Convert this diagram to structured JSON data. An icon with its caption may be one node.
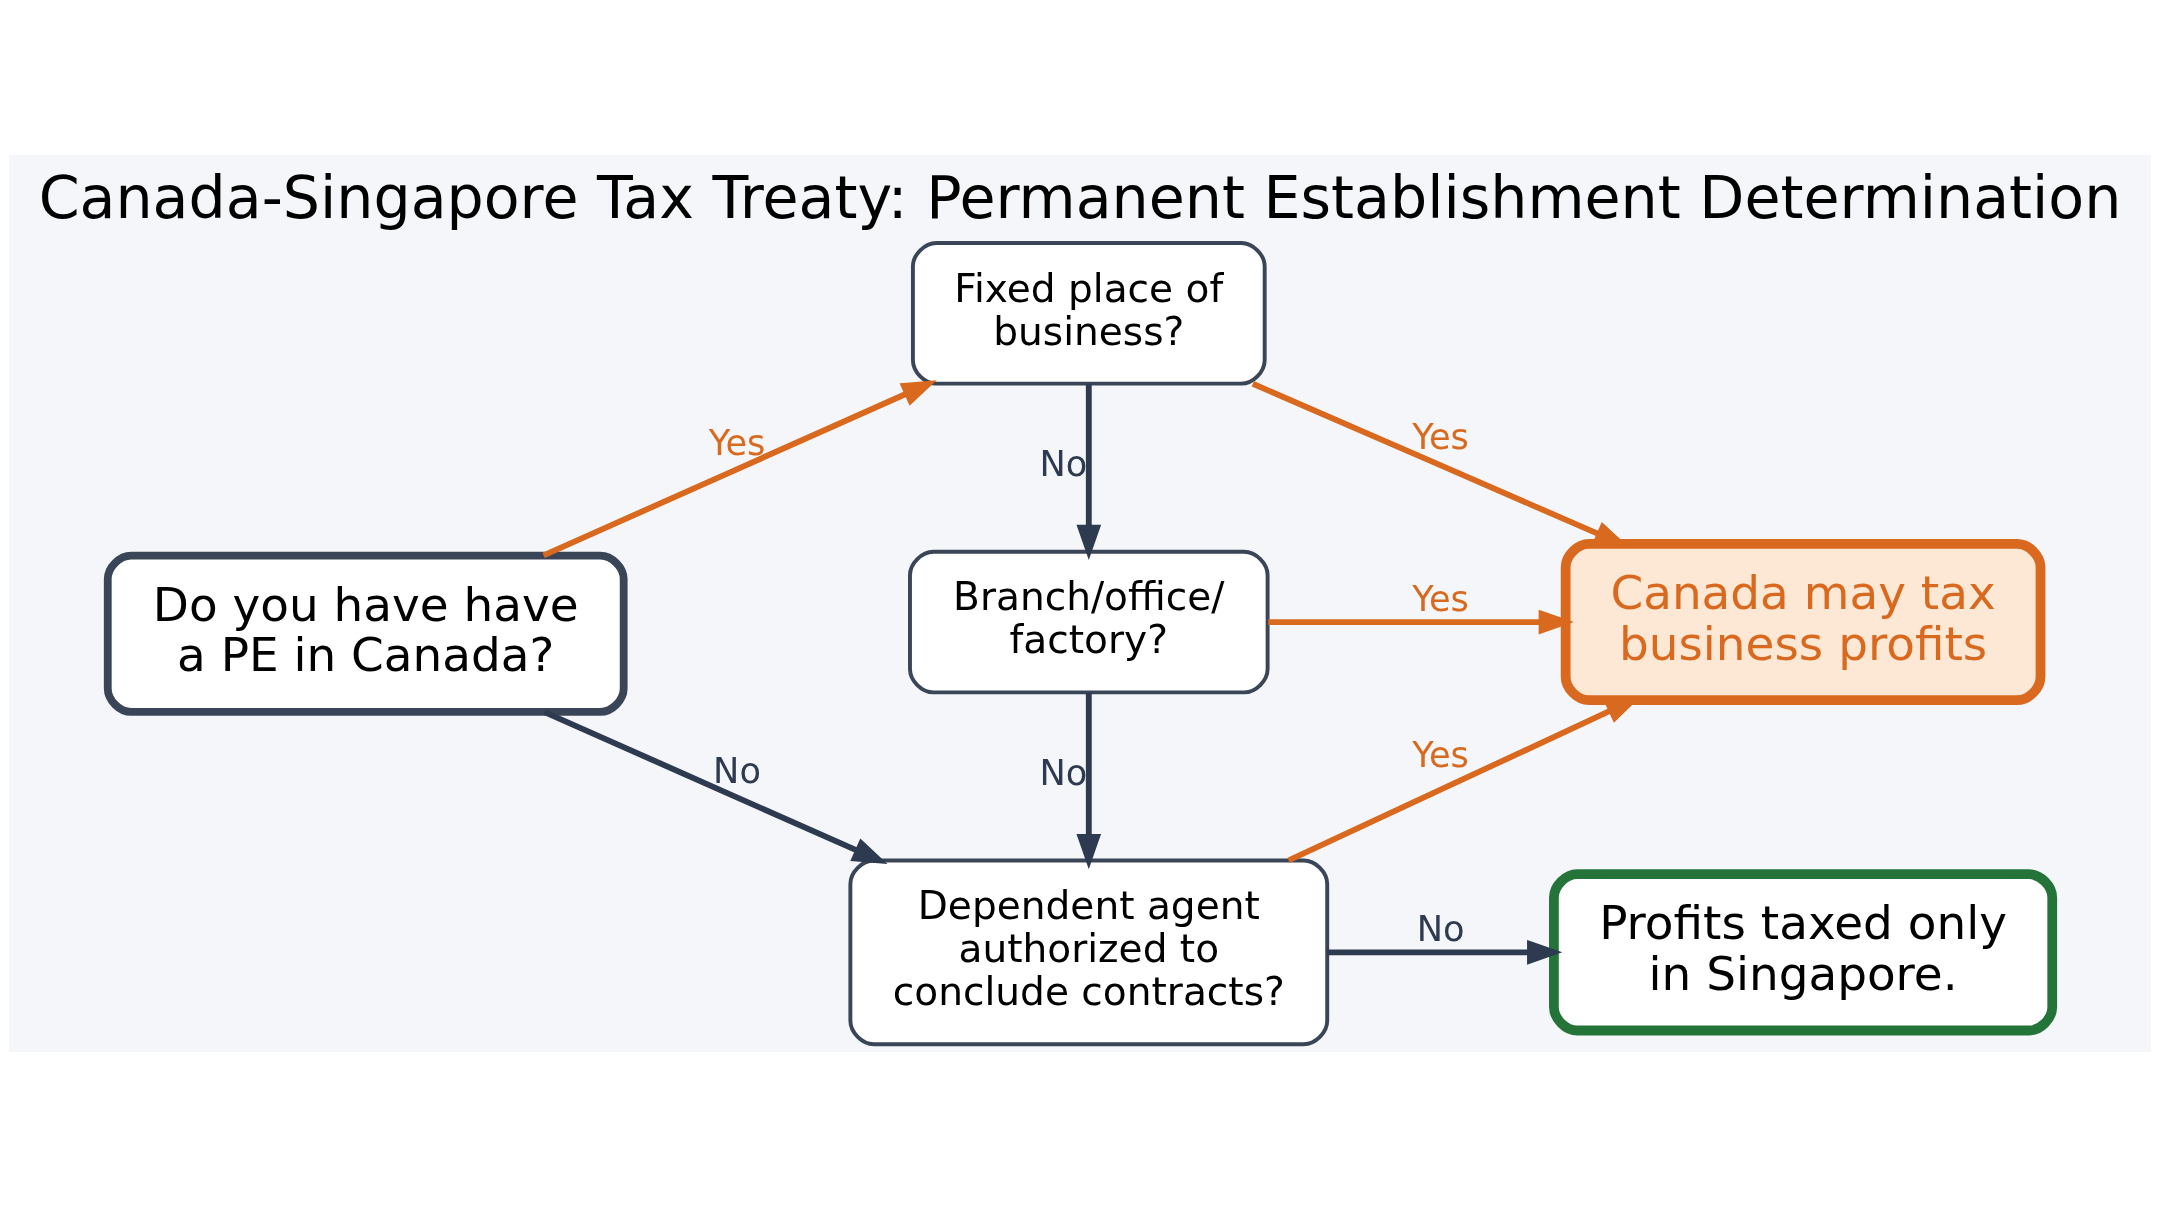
{
  "diagram": {
    "title": "Canada-Singapore Tax Treaty: Permanent Establishment Determination",
    "nodes": [
      {
        "text": [
          "Do you have have a PE in Canada?"
        ]
      },
      {
        "text": [
          "Fixed place of business?"
        ]
      },
      {
        "text": [
          "Branch/office/ factory?"
        ]
      },
      {
        "text": [
          "Dependent agent authorized to conclude contracts?"
        ]
      },
      {
        "text": [
          "Canada may tax business profits"
        ]
      },
      {
        "text": [
          "Profits taxed only in Singapore."
        ]
      }
    ],
    "edges": [
      {
        "from": 0,
        "to": 1,
        "arrow": "to",
        "label": "Yes",
        "color": "#d9691e"
      },
      {
        "from": 0,
        "to": 3,
        "arrow": "to",
        "label": "No",
        "color": "#2e3a4f"
      },
      {
        "from": 1,
        "to": 4,
        "arrow": "to",
        "label": "Yes",
        "color": "#d9691e"
      },
      {
        "from": 1,
        "to": 2,
        "arrow": "to",
        "label": "No",
        "color": "#2e3a4f"
      },
      {
        "from": 2,
        "to": 4,
        "arrow": "to",
        "label": "Yes",
        "color": "#d9691e"
      },
      {
        "from": 2,
        "to": 3,
        "arrow": "to",
        "label": "No",
        "color": "#2e3a4f"
      },
      {
        "from": 3,
        "to": 4,
        "arrow": "to",
        "label": "Yes",
        "color": "#d9691e"
      },
      {
        "from": 3,
        "to": 5,
        "arrow": "to",
        "label": "No",
        "color": "#2e3a4f"
      }
    ]
  }
}
